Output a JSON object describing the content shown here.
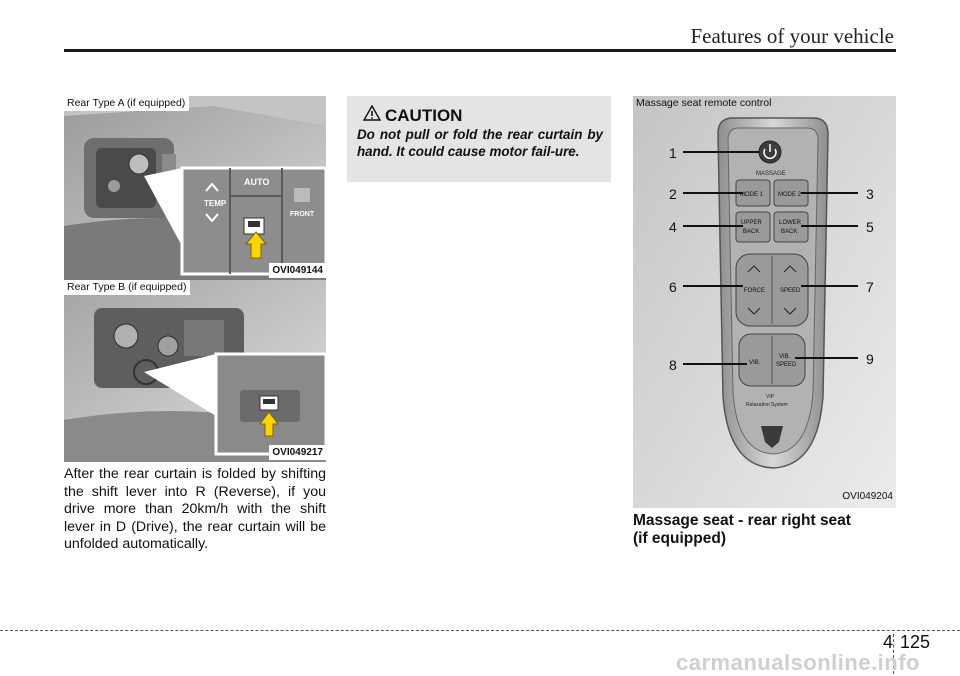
{
  "header": {
    "title": "Features of your vehicle"
  },
  "figure_a": {
    "label": "Rear Type A (if equipped)",
    "code": "OVI049144",
    "panel_texts": [
      "TEMP",
      "AUTO",
      "FRONT"
    ]
  },
  "figure_b": {
    "label": "Rear Type B (if equipped)",
    "code": "OVI049217"
  },
  "body_text": "After the rear curtain is folded by shifting the shift lever into R (Reverse), if you drive more than 20km/h with the shift lever in D (Drive), the rear curtain will be unfolded automatically.",
  "caution": {
    "title": "CAUTION",
    "text": "Do not pull or fold the rear curtain by hand. It could cause motor fail-ure."
  },
  "remote_figure": {
    "label": "Massage seat remote control",
    "code": "OVI049204",
    "callouts": [
      "1",
      "2",
      "3",
      "4",
      "5",
      "6",
      "7",
      "8",
      "9"
    ],
    "buttons": {
      "group": "MASSAGE",
      "mode1": "MODE 1",
      "mode2": "MODE 2",
      "upper_back_1": "UPPER",
      "upper_back_2": "BACK",
      "lower_back_1": "LOWER",
      "lower_back_2": "BACK",
      "force": "FORCE",
      "speed": "SPEED",
      "vib": "VIB.",
      "vib_speed_1": "VIB.",
      "vib_speed_2": "SPEED",
      "vip_1": "VIP",
      "vip_2": "Relaxation System"
    }
  },
  "section_title_1": "Massage seat - rear right seat",
  "section_title_2": "(if equipped)",
  "footer": {
    "chapter": "4",
    "page": "125",
    "watermark": "carmanualsonline.info"
  }
}
